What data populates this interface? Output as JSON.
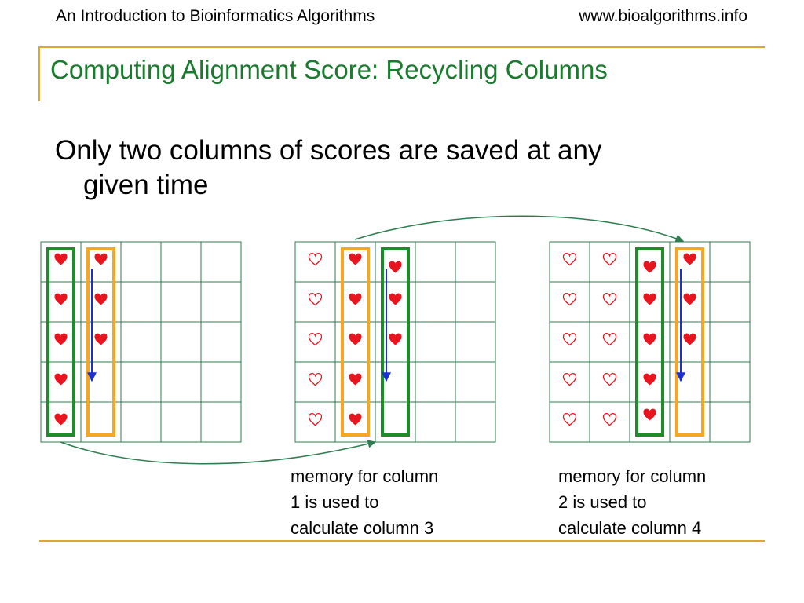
{
  "header": {
    "left": "An Introduction to Bioinformatics Algorithms",
    "right": "www.bioalgorithms.info"
  },
  "title": "Computing Alignment Score: Recycling Columns",
  "bullet": {
    "line1": "Only two columns of scores are saved at any",
    "line2": "given time"
  },
  "captions": [
    {
      "line1": "memory for column",
      "line2": "1 is used to",
      "line3": "calculate column 3"
    },
    {
      "line1": "memory for column",
      "line2": "2 is used to",
      "line3": "calculate column 4"
    }
  ],
  "colors": {
    "grid": "#2e7d4f",
    "green_box": "#1e8c2a",
    "orange_box": "#f5a623",
    "heart": "#e8141e",
    "arrow_blue": "#1a2fd6",
    "curve": "#2e7d4f",
    "rule": "#e0a52e",
    "title": "#1a7a2e"
  },
  "icons": {
    "filled": "filled-heart-icon",
    "empty": "empty-heart-icon"
  },
  "grids": [
    {
      "rows": 5,
      "cols": 5,
      "hearts": [
        {
          "col": 0,
          "row": 0,
          "type": "filled"
        },
        {
          "col": 0,
          "row": 1,
          "type": "filled"
        },
        {
          "col": 0,
          "row": 2,
          "type": "filled"
        },
        {
          "col": 0,
          "row": 3,
          "type": "filled"
        },
        {
          "col": 0,
          "row": 4,
          "type": "filled"
        },
        {
          "col": 1,
          "row": 0,
          "type": "filled"
        },
        {
          "col": 1,
          "row": 1,
          "type": "filled"
        },
        {
          "col": 1,
          "row": 2,
          "type": "filled"
        }
      ],
      "boxes": [
        {
          "col": 0,
          "color": "green"
        },
        {
          "col": 1,
          "color": "orange"
        }
      ],
      "arrow": {
        "col": 1,
        "from_row": 0,
        "to_row": 3
      }
    },
    {
      "rows": 5,
      "cols": 5,
      "hearts": [
        {
          "col": 0,
          "row": 0,
          "type": "empty"
        },
        {
          "col": 0,
          "row": 1,
          "type": "empty"
        },
        {
          "col": 0,
          "row": 2,
          "type": "empty"
        },
        {
          "col": 0,
          "row": 3,
          "type": "empty"
        },
        {
          "col": 0,
          "row": 4,
          "type": "empty"
        },
        {
          "col": 1,
          "row": 0,
          "type": "filled"
        },
        {
          "col": 1,
          "row": 1,
          "type": "filled"
        },
        {
          "col": 1,
          "row": 2,
          "type": "filled"
        },
        {
          "col": 1,
          "row": 3,
          "type": "filled"
        },
        {
          "col": 1,
          "row": 4,
          "type": "filled"
        },
        {
          "col": 2,
          "row": 0,
          "type": "filled",
          "offset": true
        },
        {
          "col": 2,
          "row": 1,
          "type": "filled"
        },
        {
          "col": 2,
          "row": 2,
          "type": "filled"
        }
      ],
      "boxes": [
        {
          "col": 1,
          "color": "orange"
        },
        {
          "col": 2,
          "color": "green"
        }
      ],
      "arrow": {
        "col": 2,
        "from_row": 0,
        "to_row": 3
      }
    },
    {
      "rows": 5,
      "cols": 5,
      "hearts": [
        {
          "col": 0,
          "row": 0,
          "type": "empty"
        },
        {
          "col": 0,
          "row": 1,
          "type": "empty"
        },
        {
          "col": 0,
          "row": 2,
          "type": "empty"
        },
        {
          "col": 0,
          "row": 3,
          "type": "empty"
        },
        {
          "col": 0,
          "row": 4,
          "type": "empty"
        },
        {
          "col": 1,
          "row": 0,
          "type": "empty"
        },
        {
          "col": 1,
          "row": 1,
          "type": "empty"
        },
        {
          "col": 1,
          "row": 2,
          "type": "empty"
        },
        {
          "col": 1,
          "row": 3,
          "type": "empty"
        },
        {
          "col": 1,
          "row": 4,
          "type": "empty"
        },
        {
          "col": 2,
          "row": 0,
          "type": "filled",
          "offset": true
        },
        {
          "col": 2,
          "row": 1,
          "type": "filled"
        },
        {
          "col": 2,
          "row": 2,
          "type": "filled"
        },
        {
          "col": 2,
          "row": 3,
          "type": "filled"
        },
        {
          "col": 2,
          "row": 4,
          "type": "filled",
          "offset": true
        },
        {
          "col": 3,
          "row": 0,
          "type": "filled"
        },
        {
          "col": 3,
          "row": 1,
          "type": "filled"
        },
        {
          "col": 3,
          "row": 2,
          "type": "filled"
        }
      ],
      "boxes": [
        {
          "col": 2,
          "color": "green"
        },
        {
          "col": 3,
          "color": "orange"
        }
      ],
      "arrow": {
        "col": 3,
        "from_row": 0,
        "to_row": 3
      }
    }
  ]
}
